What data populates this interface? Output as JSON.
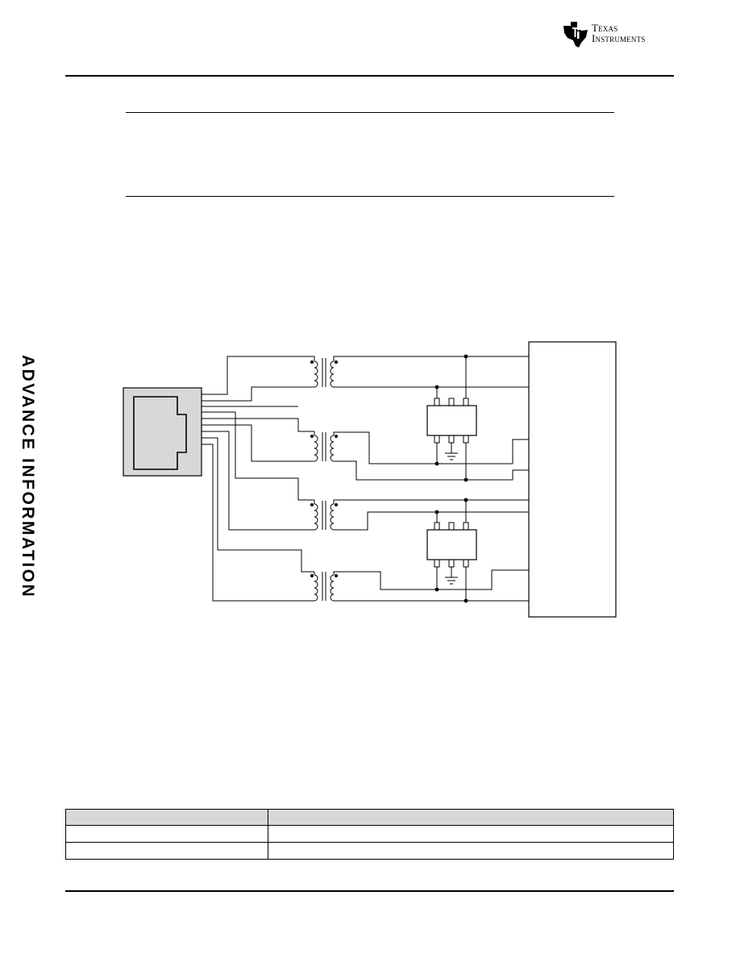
{
  "header": {
    "logo_line1": "Texas",
    "logo_line2": "Instruments"
  },
  "side_banner": "ADVANCE INFORMATION",
  "colors": {
    "table_header_bg": "#d8d8d8",
    "connector_fill": "#d8d8d8",
    "line": "#000000"
  },
  "table": {
    "header": [
      "",
      ""
    ],
    "rows": [
      [
        "",
        ""
      ],
      [
        "",
        ""
      ]
    ]
  }
}
